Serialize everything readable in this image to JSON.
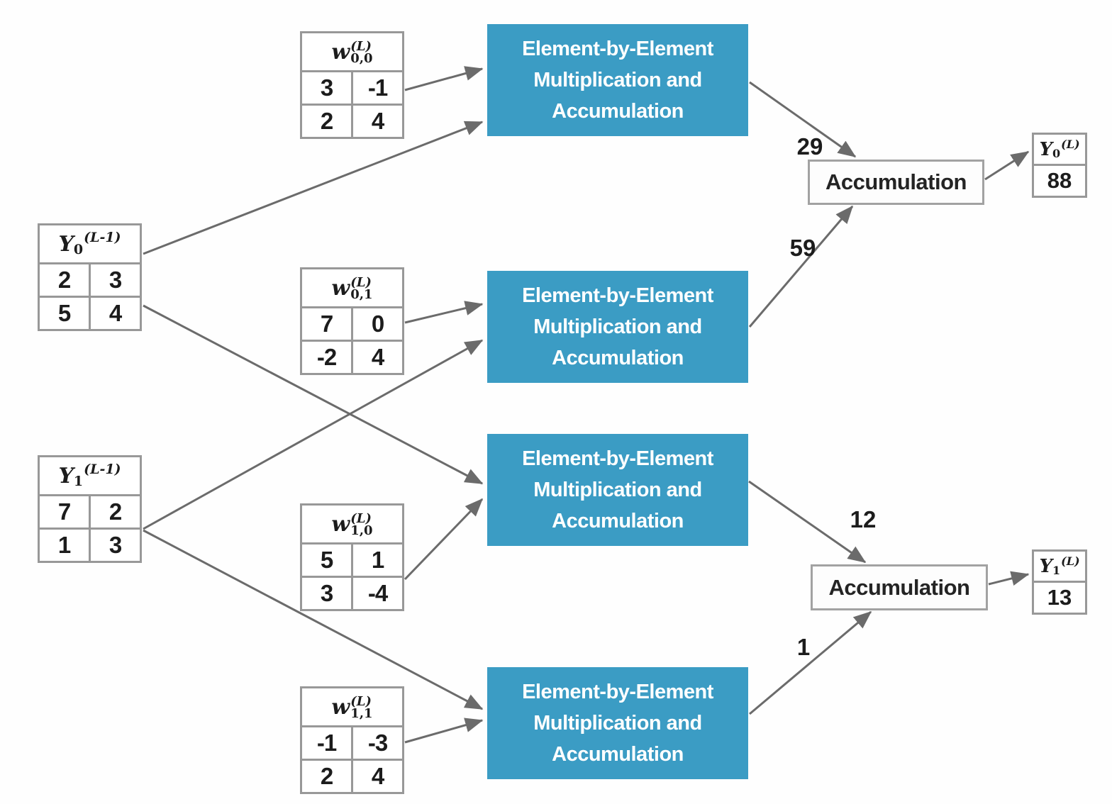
{
  "colors": {
    "block_teal": "#3b9cc4",
    "arrow_gray": "#6b6b6b",
    "border_gray": "#989898",
    "text_dark": "#1c1c1c"
  },
  "inputs": [
    {
      "id": "y0-prev",
      "label": {
        "letter": "Y",
        "sub": "0",
        "sup": "(L-1)"
      },
      "cells": [
        [
          "2",
          "3"
        ],
        [
          "5",
          "4"
        ]
      ]
    },
    {
      "id": "y1-prev",
      "label": {
        "letter": "Y",
        "sub": "1",
        "sup": "(L-1)"
      },
      "cells": [
        [
          "7",
          "2"
        ],
        [
          "1",
          "3"
        ]
      ]
    }
  ],
  "weights": [
    {
      "id": "w00",
      "label": {
        "letter": "w",
        "sub": "0,0",
        "sup": "(L)"
      },
      "cells": [
        [
          "3",
          "-1"
        ],
        [
          "2",
          "4"
        ]
      ]
    },
    {
      "id": "w01",
      "label": {
        "letter": "w",
        "sub": "0,1",
        "sup": "(L)"
      },
      "cells": [
        [
          "7",
          "0"
        ],
        [
          "-2",
          "4"
        ]
      ]
    },
    {
      "id": "w10",
      "label": {
        "letter": "w",
        "sub": "1,0",
        "sup": "(L)"
      },
      "cells": [
        [
          "5",
          "1"
        ],
        [
          "3",
          "-4"
        ]
      ]
    },
    {
      "id": "w11",
      "label": {
        "letter": "w",
        "sub": "1,1",
        "sup": "(L)"
      },
      "cells": [
        [
          "-1",
          "-3"
        ],
        [
          "2",
          "4"
        ]
      ]
    }
  ],
  "mul_label_lines": [
    "Element-by-Element",
    "Multiplication and",
    "Accumulation"
  ],
  "acc_label": "Accumulation",
  "partial_sums": {
    "mul1": "29",
    "mul2": "59",
    "mul3": "12",
    "mul4": "1"
  },
  "outputs": [
    {
      "id": "y0-out",
      "label": {
        "letter": "Y",
        "sub": "0",
        "sup": "(L)"
      },
      "value": "88"
    },
    {
      "id": "y1-out",
      "label": {
        "letter": "Y",
        "sub": "1",
        "sup": "(L)"
      },
      "value": "13"
    }
  ]
}
